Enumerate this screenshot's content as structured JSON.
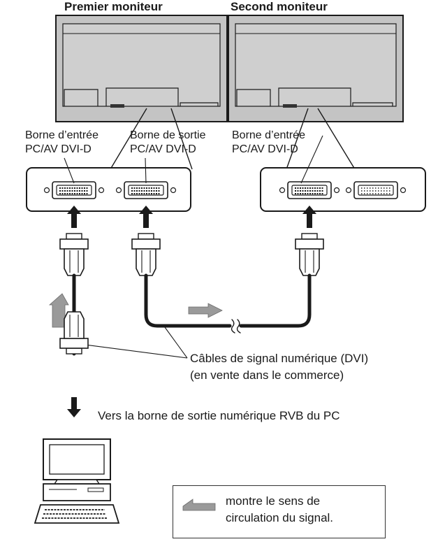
{
  "headers": {
    "first_monitor": "Premier moniteur",
    "second_monitor": "Second moniteur"
  },
  "terminals": {
    "input1_line1": "Borne d’entrée",
    "input1_line2": "PC/AV DVI-D",
    "output_line1": "Borne de sortie",
    "output_line2": "PC/AV DVI-D",
    "input2_line1": "Borne d’entrée",
    "input2_line2": "PC/AV DVI-D"
  },
  "cables": {
    "line1": "Câbles de signal numérique (DVI)",
    "line2": "(en vente dans le commerce)"
  },
  "pc_output": "Vers la borne de sortie numérique RVB du PC",
  "legend": {
    "line1": "montre le sens de",
    "line2": "circulation du signal."
  },
  "colors": {
    "line": "#1a1a1a",
    "monitor_fill": "#c4c4c4",
    "arrow_fill": "#9a9a9a"
  }
}
